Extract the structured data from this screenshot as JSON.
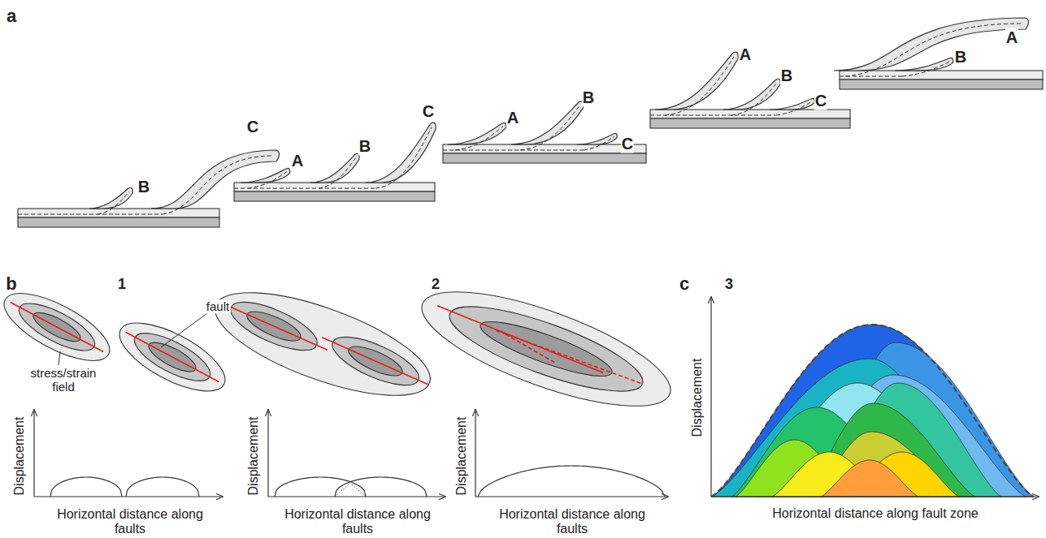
{
  "diagram": {
    "labels": [
      "a",
      "B",
      "C",
      "A",
      "B",
      "C",
      "A",
      "B",
      "C",
      "A",
      "B",
      "C",
      "A",
      "B",
      "b",
      "1",
      "fault",
      "stress/strain field",
      "Displacement",
      "Horizontal distance along faults",
      "2",
      "Displacement",
      "Horizontal distance along faults",
      "3",
      "Displacement",
      "Horizontal distance along faults",
      "c",
      "Displacement",
      "Horizontal distance along fault zone"
    ]
  }
}
